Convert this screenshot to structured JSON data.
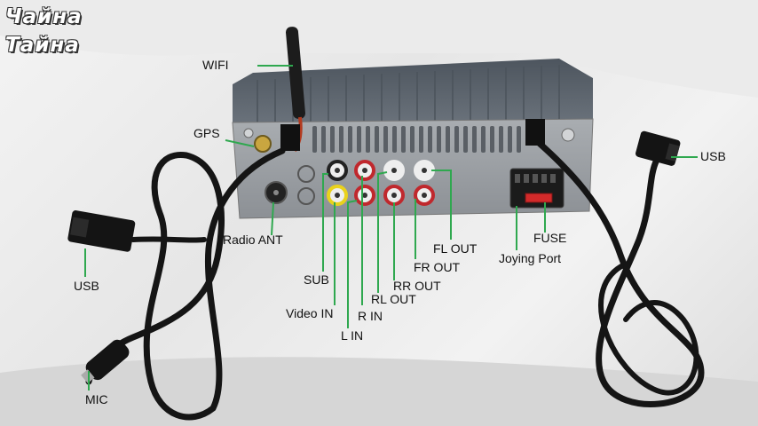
{
  "watermark": {
    "line1": "Чайна",
    "line2": "Тайна"
  },
  "colors": {
    "leader_line": "#2fa84f",
    "unit_body": "#5e6670",
    "cable": "#151515",
    "rca_red": "#c0282d",
    "rca_yellow": "#e9d21c",
    "fuse": "#d22a2a"
  },
  "labels": {
    "wifi": "WIFI",
    "gps": "GPS",
    "radio_ant": "Radio ANT",
    "usb_left": "USB",
    "usb_right": "USB",
    "mic": "MIC",
    "sub": "SUB",
    "video_in": "Video IN",
    "l_in": "L IN",
    "r_in": "R IN",
    "rl_out": "RL OUT",
    "rr_out": "RR OUT",
    "fr_out": "FR OUT",
    "fl_out": "FL OUT",
    "fuse": "FUSE",
    "joying_port": "Joying Port"
  }
}
